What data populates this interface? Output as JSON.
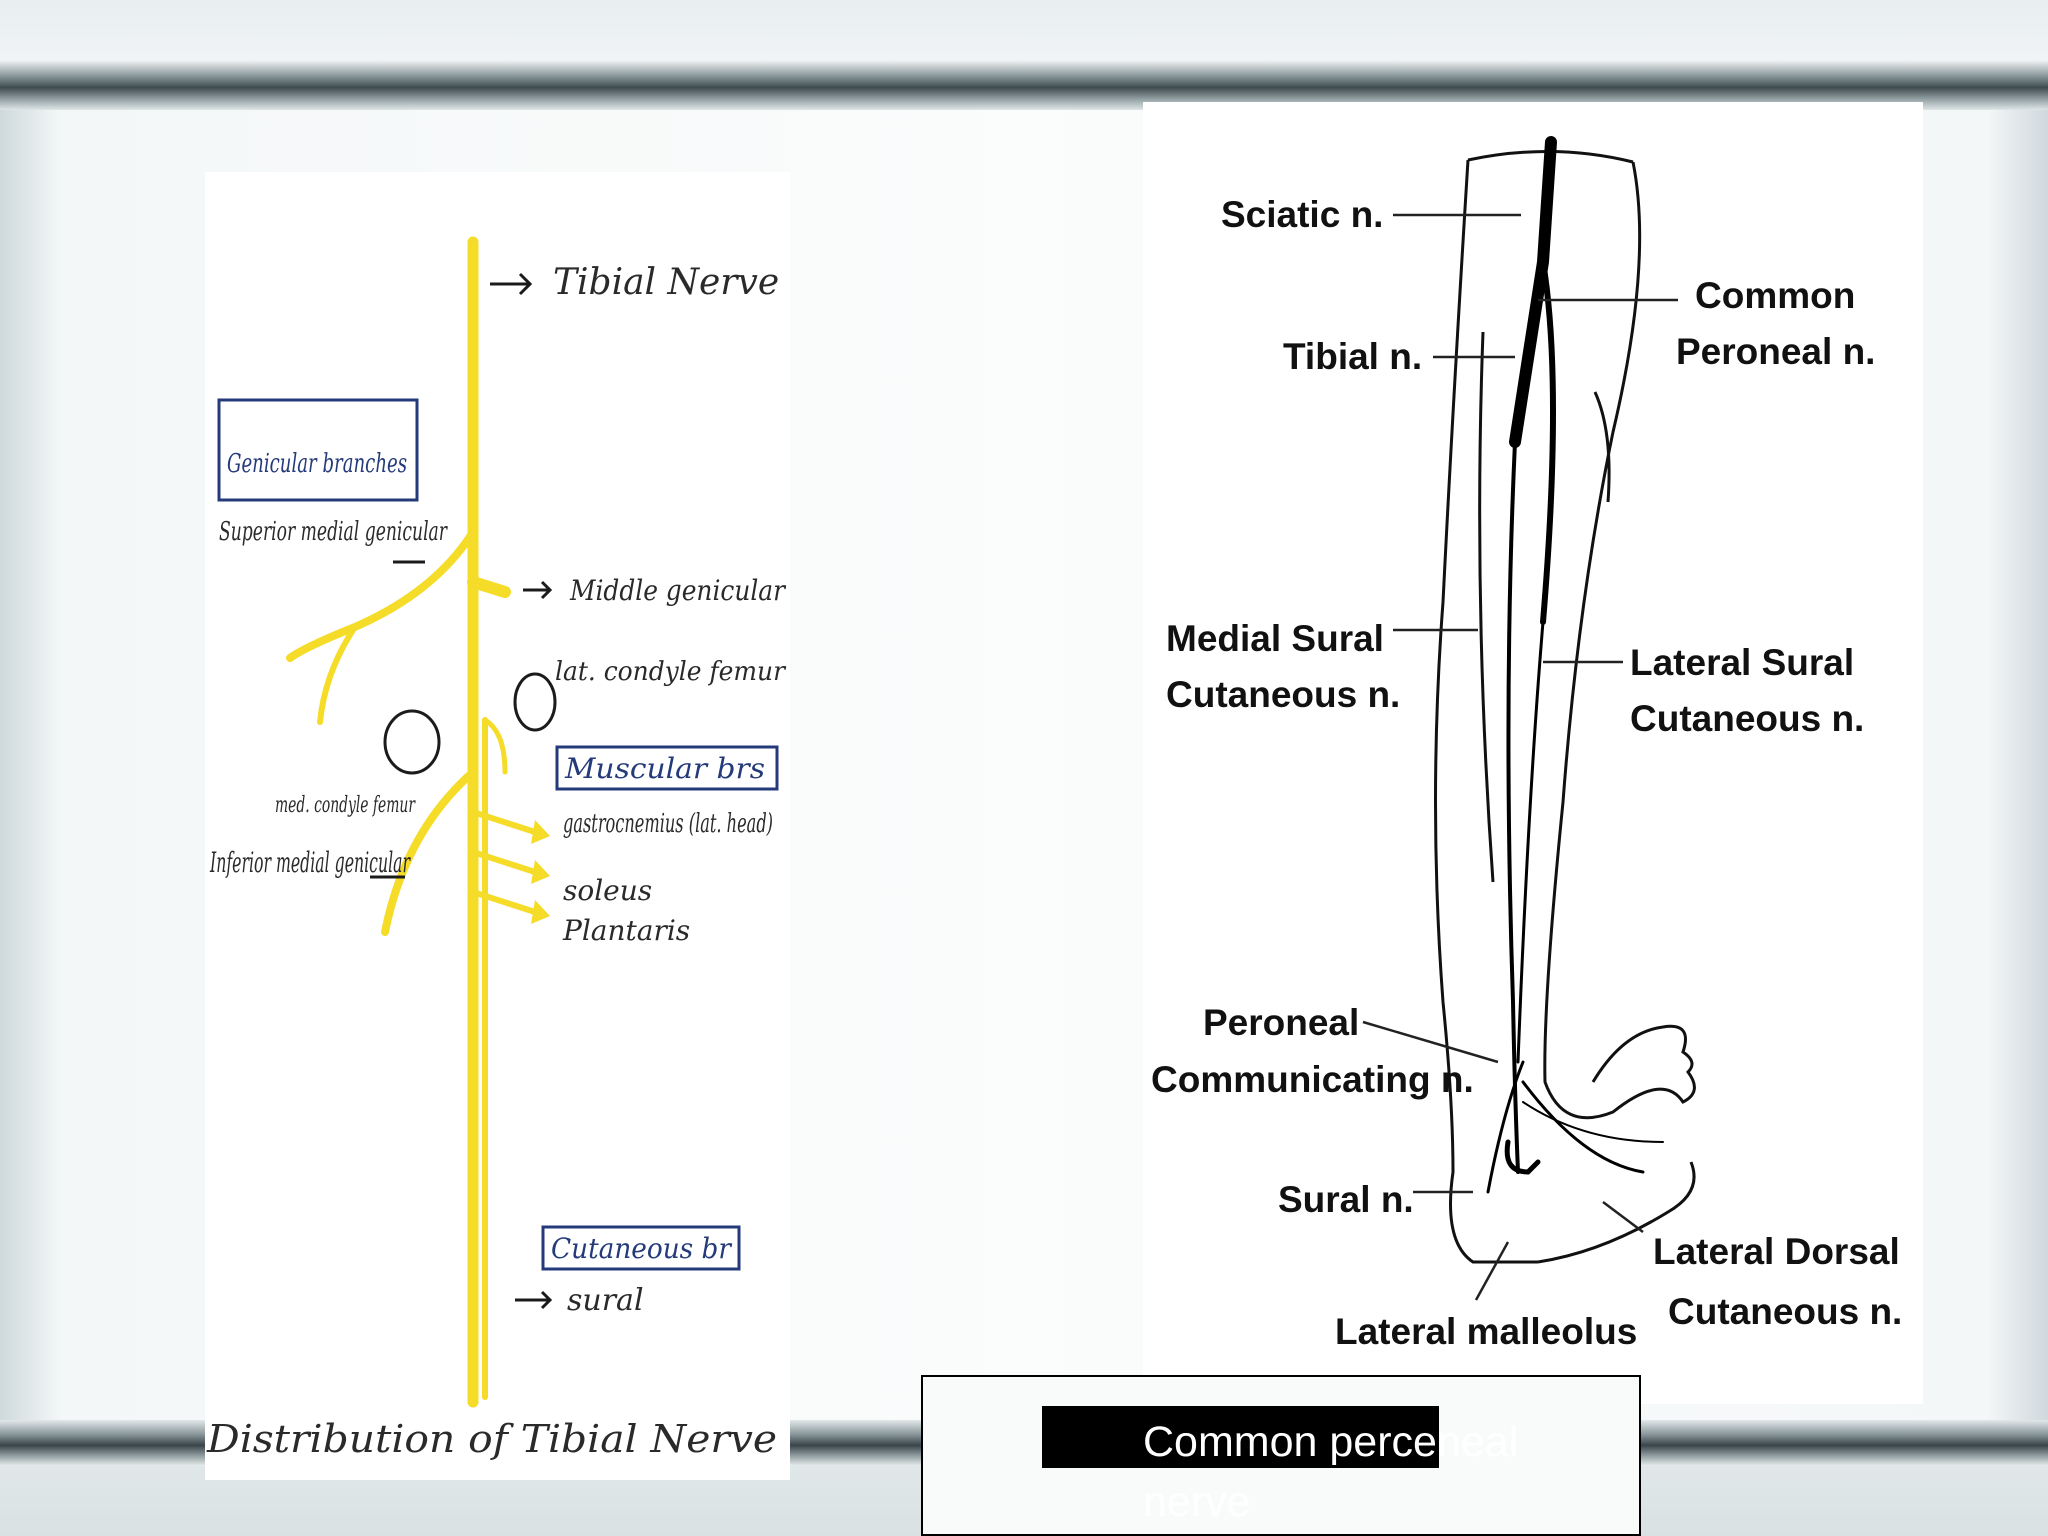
{
  "tibial_diagram": {
    "top_label": "Tibial Nerve",
    "box_genicular": "Genicular branches",
    "superior": "Superior medial genicular",
    "middle": "Middle genicular",
    "lat_condyle": "lat. condyle femur",
    "med_condyle": "med. condyle femur",
    "inferior": "Inferior medial genicular",
    "box_muscular": "Muscular brs",
    "gastro": "gastrocnemius (lat. head)",
    "soleus": "soleus",
    "plantaris": "Plantaris",
    "box_cutaneous": "Cutaneous br",
    "sural": "sural",
    "caption": "Distribution of Tibial Nerve",
    "nerve_color": "#f5dc28",
    "ink_color": "#243a7a"
  },
  "leg_diagram": {
    "sciatic": "Sciatic n.",
    "tibial": "Tibial n.",
    "common_peroneal_1": "Common",
    "common_peroneal_2": "Peroneal n.",
    "medial_sural_1": "Medial Sural",
    "medial_sural_2": "Cutaneous n.",
    "lateral_sural_1": "Lateral Sural",
    "lateral_sural_2": "Cutaneous n.",
    "peroneal_comm_1": "Peroneal",
    "peroneal_comm_2": "Communicating n.",
    "sural": "Sural n.",
    "lateral_dorsal_1": "Lateral Dorsal",
    "lateral_dorsal_2": "Cutaneous n.",
    "lateral_malleolus": "Lateral malleolus"
  },
  "caption": {
    "text": "Common perceneal nerve"
  }
}
